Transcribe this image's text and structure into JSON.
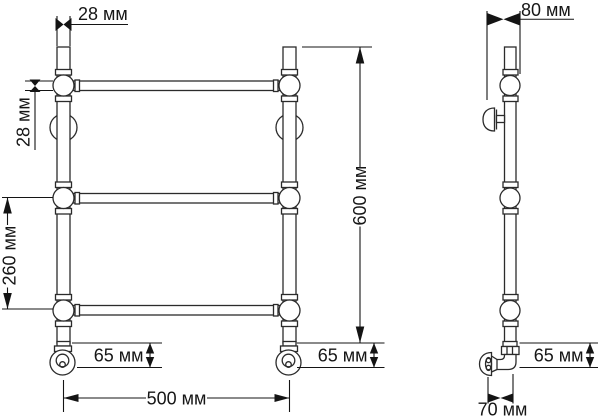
{
  "style": {
    "ink": "#1a1a1a",
    "background": "#ffffff"
  },
  "front_view": {
    "tube_width": "28 мм",
    "bar_diameter": "28 мм",
    "bar_spacing": "260 мм",
    "height": "600 мм",
    "foot_inner": "65 мм",
    "foot_outer": "65 мм",
    "width": "500 мм"
  },
  "side_view": {
    "depth": "80 мм",
    "foot": "65 мм",
    "wall_offset": "70 мм"
  }
}
